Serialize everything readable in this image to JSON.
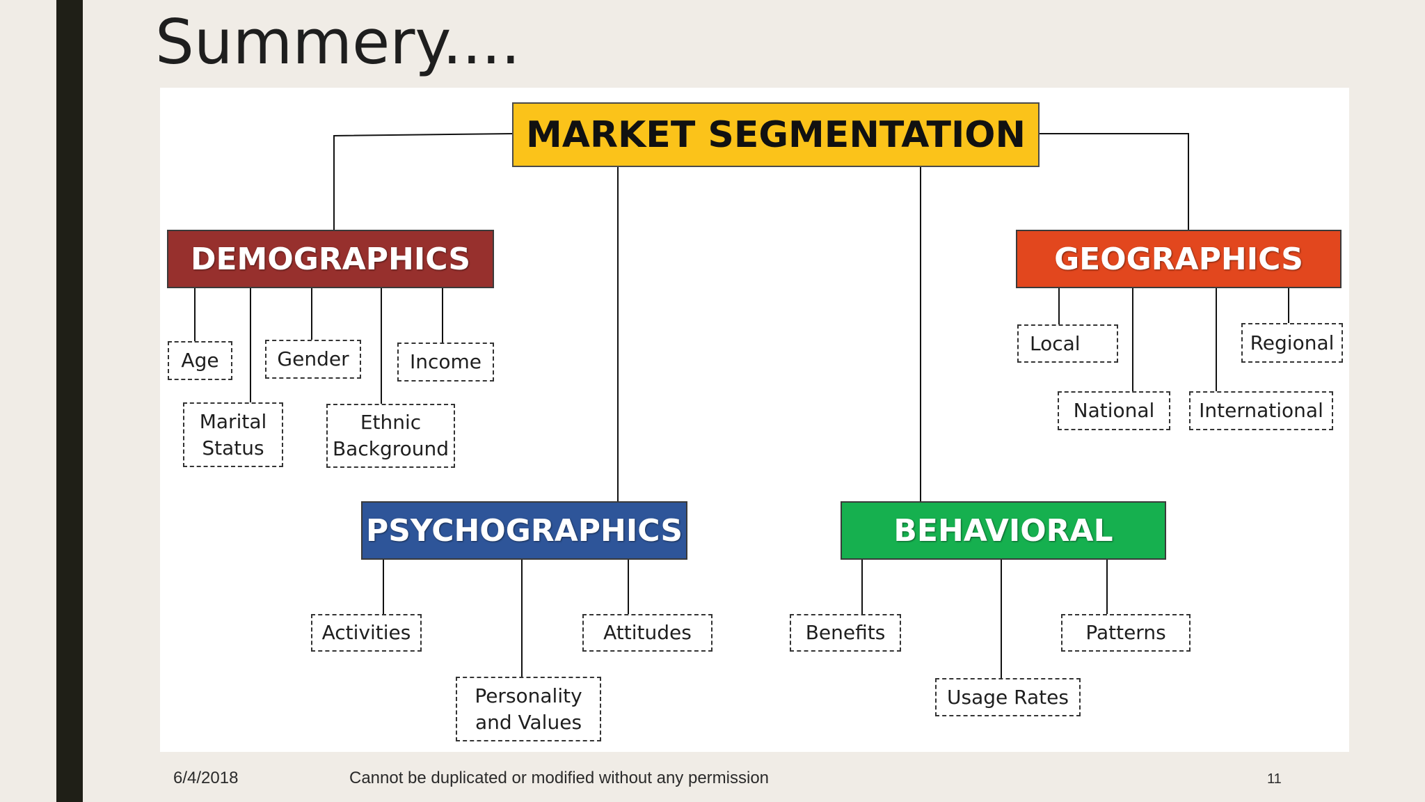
{
  "title": "Summery....",
  "root": {
    "label": "MARKET SEGMENTATION",
    "color": "#fbc31a"
  },
  "categories": {
    "demographics": {
      "label": "DEMOGRAPHICS",
      "color": "#97302d",
      "items": {
        "age": "Age",
        "gender": "Gender",
        "income": "Income",
        "marital_1": "Marital",
        "marital_2": "Status",
        "ethnic_1": "Ethnic",
        "ethnic_2": "Background"
      }
    },
    "geographics": {
      "label": "GEOGRAPHICS",
      "color": "#e2471e",
      "items": {
        "local": "Local",
        "regional": "Regional",
        "national": "National",
        "international": "International"
      }
    },
    "psychographics": {
      "label": "PSYCHOGRAPHICS",
      "color": "#2e5599",
      "items": {
        "activities": "Activities",
        "attitudes": "Attitudes",
        "personality_1": "Personality",
        "personality_2": "and Values"
      }
    },
    "behavioral": {
      "label": "BEHAVIORAL",
      "color": "#16b04f",
      "items": {
        "benefits": "Benefits",
        "patterns": "Patterns",
        "usage": "Usage Rates"
      }
    }
  },
  "footer": {
    "date": "6/4/2018",
    "notice": "Cannot be duplicated or modified without any permission",
    "page": "11"
  }
}
